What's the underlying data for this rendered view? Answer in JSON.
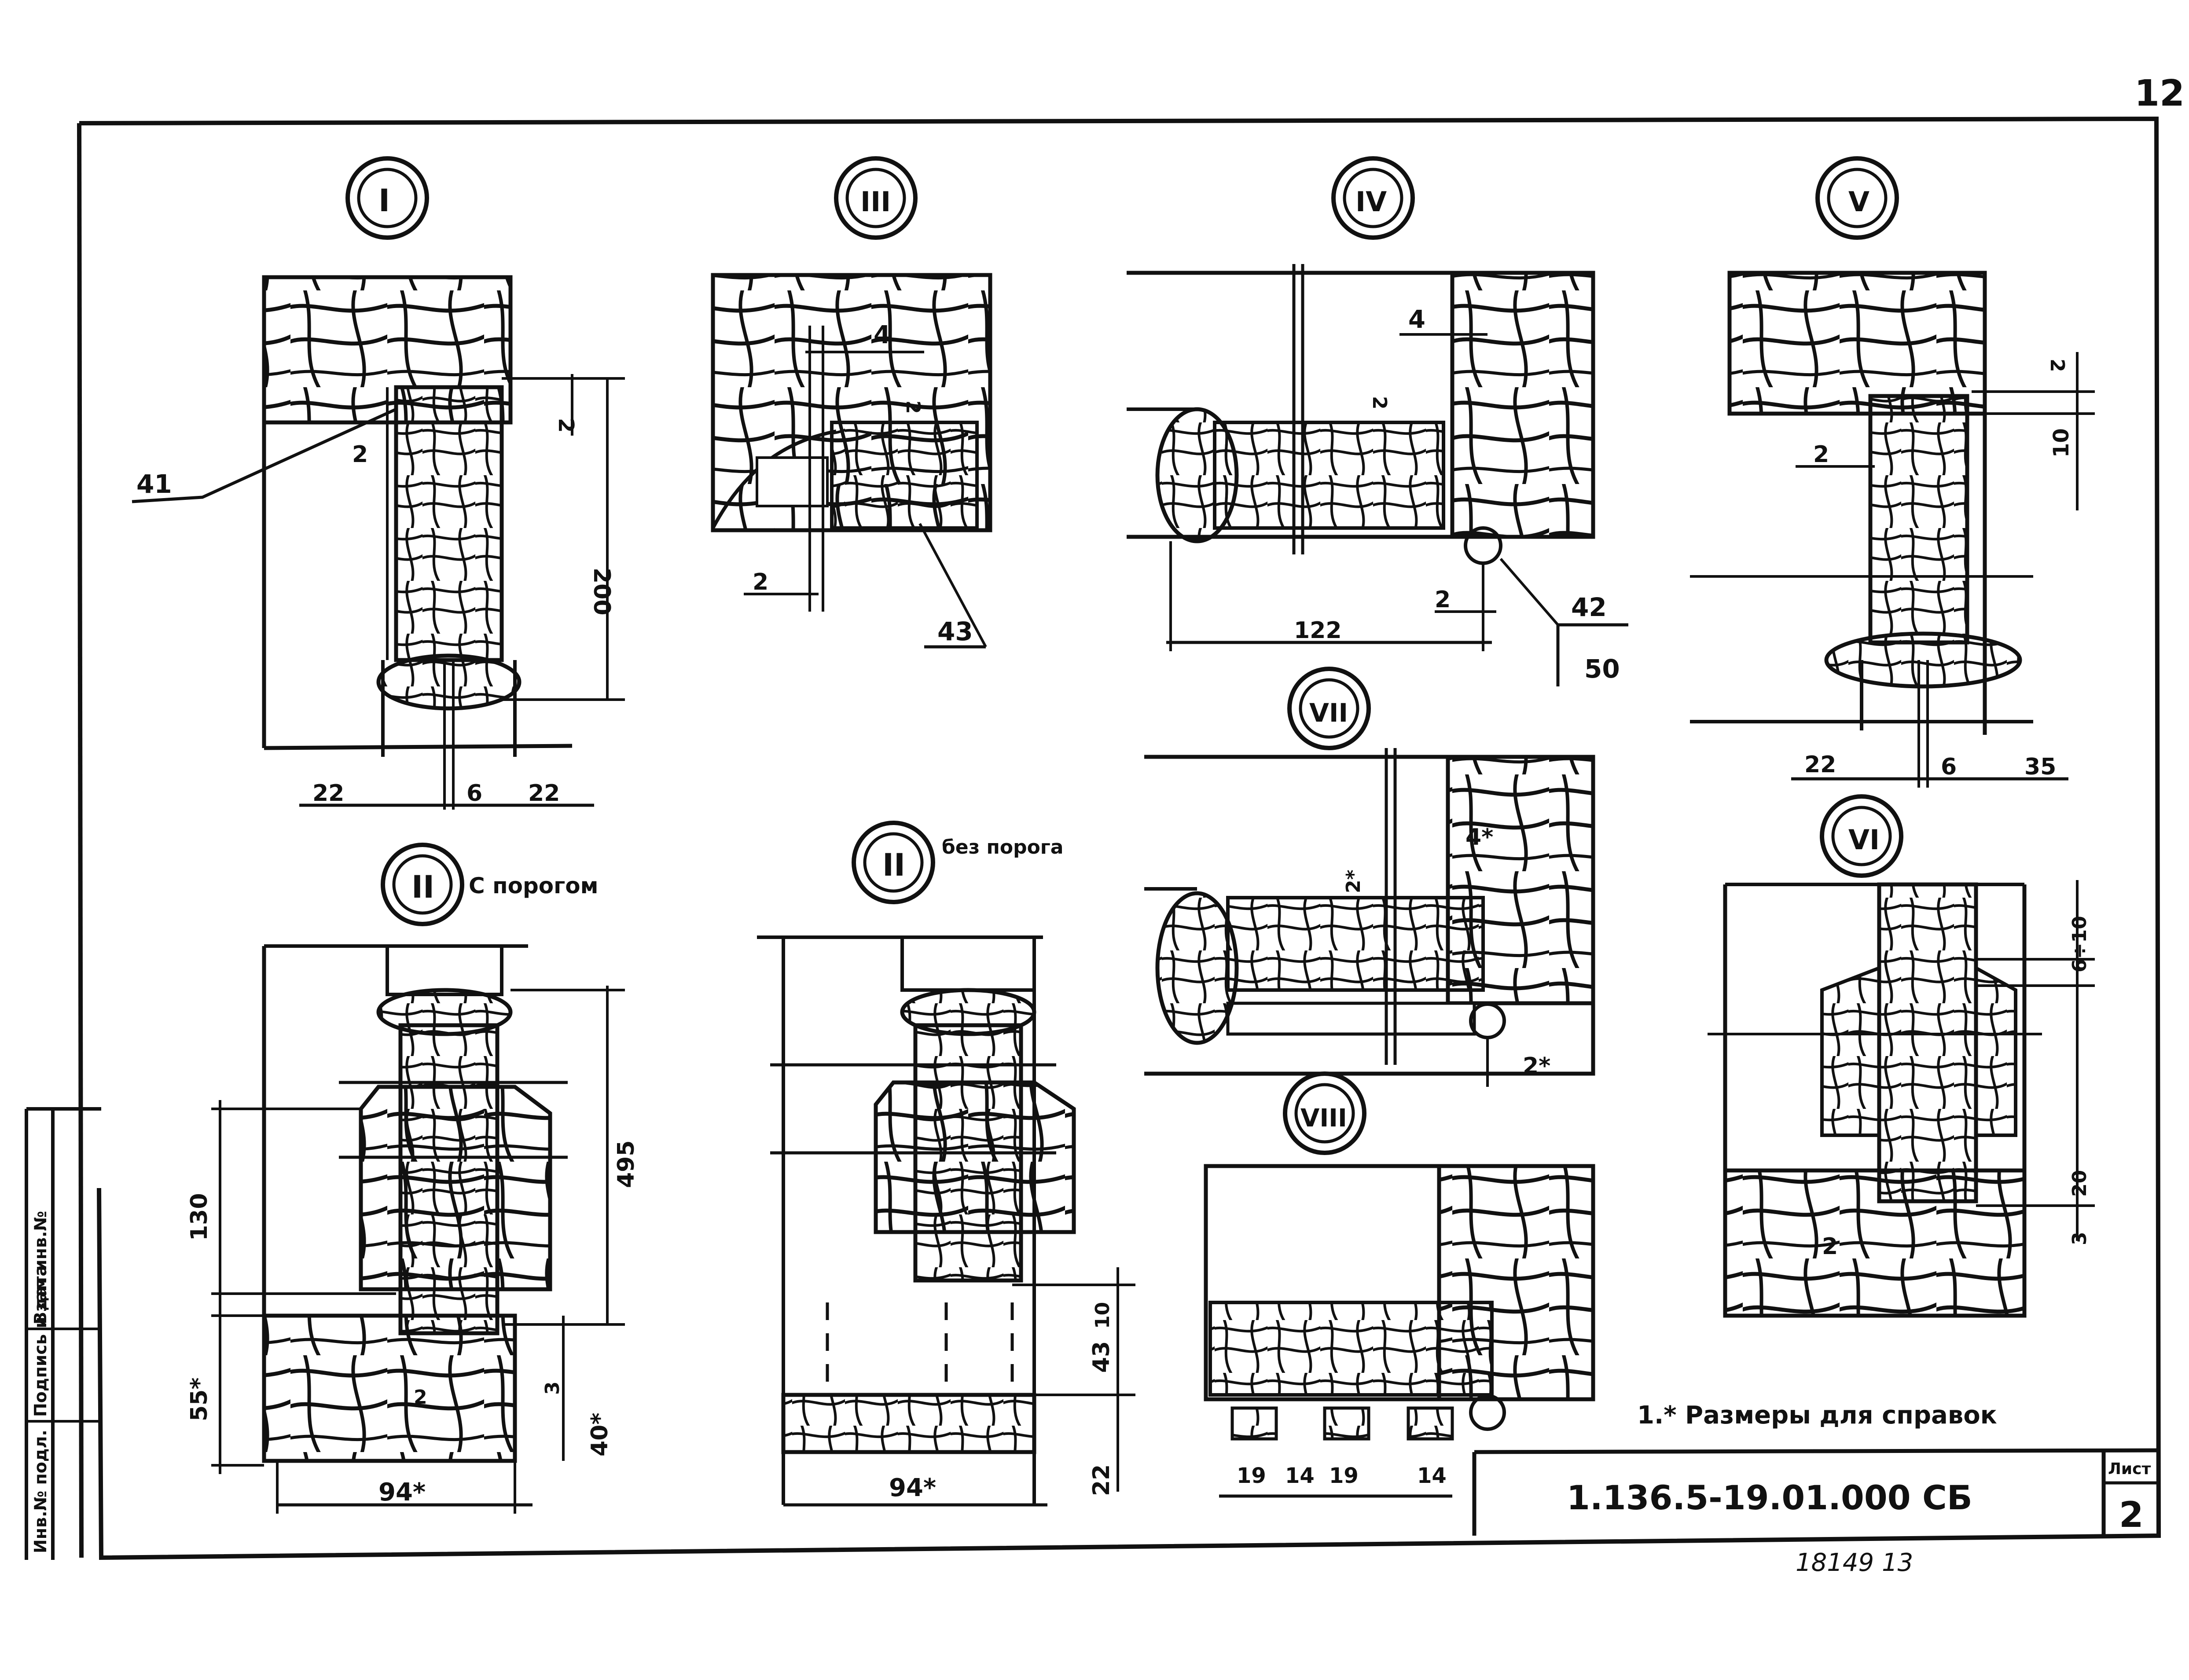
{
  "sheet": {
    "page_number": "12",
    "designation": "1.136.5-19.01.000 СБ",
    "sheet_label": "Лист",
    "sheet_number": "2",
    "footnote": "1.* Размеры для справок",
    "bottom_numbers": "18149   13",
    "side_stamps": [
      "Инв.№ подл.",
      "Подпись и дата",
      "Взам инв.№"
    ]
  },
  "details": [
    {
      "id": "I",
      "label": "I",
      "note": "",
      "dims": [
        "22",
        "6",
        "22",
        "200",
        "2",
        "2"
      ],
      "callouts": [
        "41"
      ]
    },
    {
      "id": "III",
      "label": "III",
      "note": "",
      "dims": [
        "4",
        "2",
        "2"
      ],
      "callouts": [
        "43"
      ]
    },
    {
      "id": "IV",
      "label": "IV",
      "note": "",
      "dims": [
        "4",
        "2",
        "122",
        "2"
      ],
      "callouts": [
        "42",
        "50"
      ]
    },
    {
      "id": "V",
      "label": "V",
      "note": "",
      "dims": [
        "2",
        "10",
        "2",
        "22",
        "6",
        "35"
      ],
      "callouts": []
    },
    {
      "id": "VII",
      "label": "VII",
      "note": "",
      "dims": [
        "4*",
        "2*",
        "2*"
      ],
      "callouts": []
    },
    {
      "id": "II-a",
      "label": "II",
      "note": "С порогом",
      "dims": [
        "130",
        "495",
        "55*",
        "3",
        "40*",
        "2",
        "94*"
      ],
      "callouts": []
    },
    {
      "id": "II-b",
      "label": "II",
      "note": "без порога",
      "dims": [
        "10",
        "43",
        "22",
        "94*"
      ],
      "callouts": []
    },
    {
      "id": "VIII",
      "label": "VIII",
      "note": "",
      "dims": [
        "19",
        "14",
        "19",
        "14"
      ],
      "callouts": []
    },
    {
      "id": "VI",
      "label": "VI",
      "note": "",
      "dims": [
        "6÷10",
        "20",
        "3",
        "2"
      ],
      "callouts": []
    }
  ]
}
